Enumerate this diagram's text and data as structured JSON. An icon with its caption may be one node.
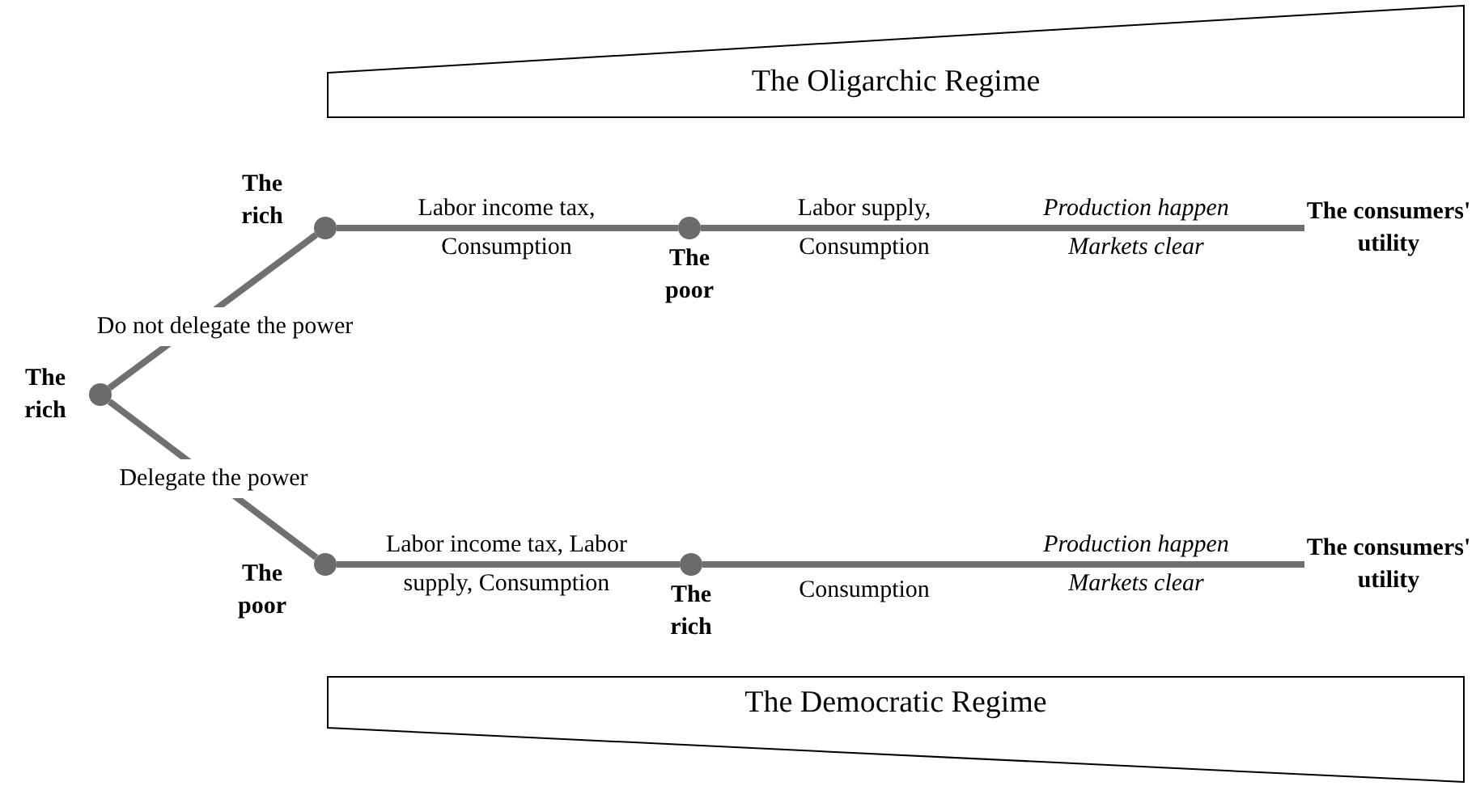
{
  "diagram": {
    "nodes": [
      {
        "text": [
          "The Oligarchic Regime"
        ]
      },
      {
        "text": [],
        "shape": "circle",
        "beside": [
          "The rich"
        ]
      },
      {
        "text": [],
        "shape": "circle",
        "beside": [
          "The rich"
        ]
      },
      {
        "text": [],
        "shape": "circle",
        "beside": [
          "The poor"
        ]
      },
      {
        "text": [
          "The consumers' utility"
        ]
      },
      {
        "text": [],
        "shape": "circle",
        "beside": [
          "The poor"
        ]
      },
      {
        "text": [],
        "shape": "circle",
        "beside": [
          "The rich"
        ]
      },
      {
        "text": [
          "The consumers' utility"
        ]
      },
      {
        "text": [
          "The Democratic Regime"
        ]
      }
    ],
    "edges": [
      {
        "from": 1,
        "to": 2,
        "arrow": "none",
        "label": "Do not delegate the power"
      },
      {
        "from": 1,
        "to": 5,
        "arrow": "none",
        "label": "Delegate the power"
      },
      {
        "from": 2,
        "to": 3,
        "arrow": "none",
        "label": "Labor income tax, Consumption"
      },
      {
        "from": 3,
        "to": 4,
        "arrow": "none",
        "label": "Labor supply, Consumption"
      },
      {
        "from": 5,
        "to": 6,
        "arrow": "none",
        "label": "Labor income tax, Labor supply, Consumption"
      },
      {
        "from": 6,
        "to": 7,
        "arrow": "none",
        "label": "Consumption"
      }
    ],
    "labels": [
      "Production happen",
      "Markets clear",
      "Production happen",
      "Markets clear"
    ]
  }
}
